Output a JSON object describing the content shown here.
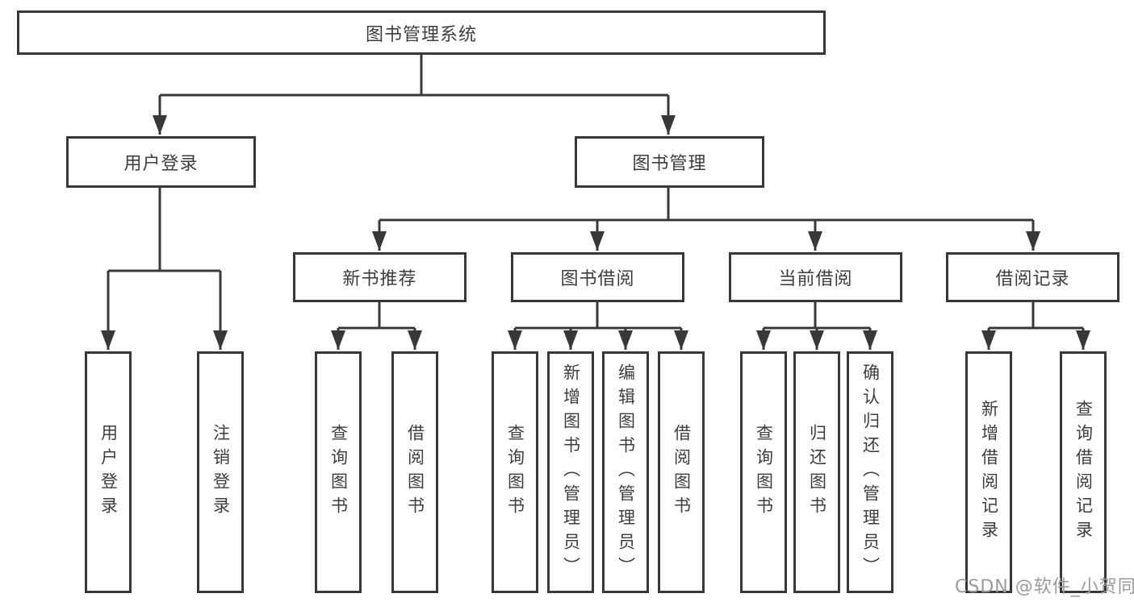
{
  "nodes": {
    "root": "图书管理系统",
    "level2": [
      "用户登录",
      "图书管理"
    ],
    "level3": [
      "新书推荐",
      "图书借阅",
      "当前借阅",
      "借阅记录"
    ],
    "leaves_user_login": [
      "用户登录",
      "注销登录"
    ],
    "leaves_new_book": [
      "查询图书",
      "借阅图书"
    ],
    "leaves_book_borrow": [
      "查询图书",
      "新增图书（管理员）",
      "编辑图书（管理员）",
      "借阅图书"
    ],
    "leaves_current_borrow": [
      "查询图书",
      "归还图书",
      "确认归还（管理员）"
    ],
    "leaves_borrow_records": [
      "新增借阅记录",
      "查询借阅记录"
    ]
  },
  "watermark": "CSDN @软件_小贺同学",
  "colors": {
    "line": "#383838",
    "text": "#3d3d3d",
    "background": "#ffffff",
    "watermark": "#9b9b9b"
  }
}
